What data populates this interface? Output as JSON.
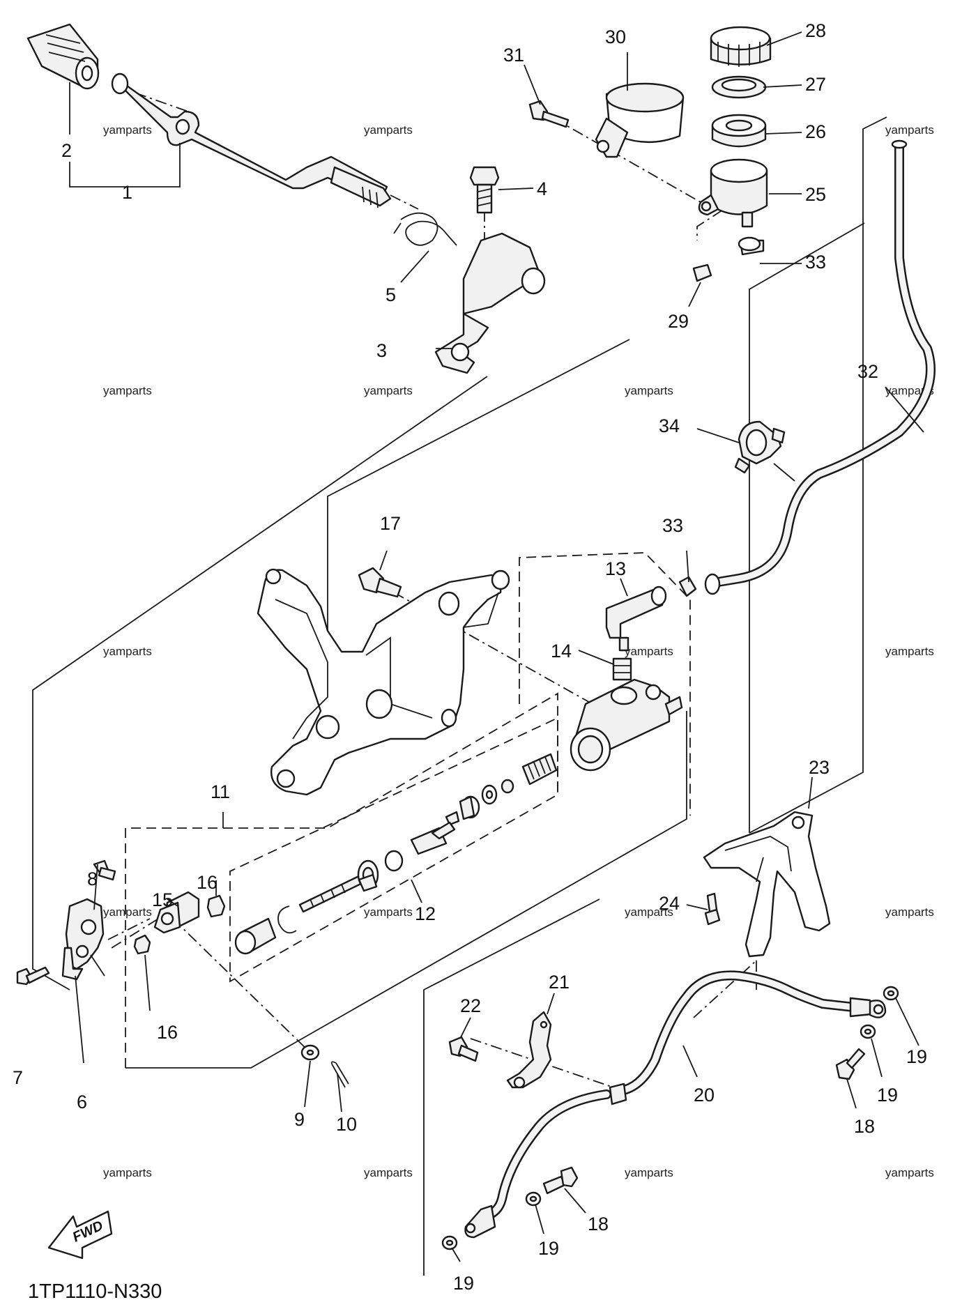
{
  "diagram_code": "1TP1110-N330",
  "fwd_label": "FWD",
  "watermark": "yamparts",
  "callouts": [
    {
      "n": "1"
    },
    {
      "n": "2"
    },
    {
      "n": "3"
    },
    {
      "n": "4"
    },
    {
      "n": "5"
    },
    {
      "n": "6"
    },
    {
      "n": "7"
    },
    {
      "n": "8"
    },
    {
      "n": "9"
    },
    {
      "n": "10"
    },
    {
      "n": "11"
    },
    {
      "n": "12"
    },
    {
      "n": "13"
    },
    {
      "n": "14"
    },
    {
      "n": "15"
    },
    {
      "n": "16"
    },
    {
      "n": "16"
    },
    {
      "n": "17"
    },
    {
      "n": "18"
    },
    {
      "n": "18"
    },
    {
      "n": "19"
    },
    {
      "n": "19"
    },
    {
      "n": "19"
    },
    {
      "n": "19"
    },
    {
      "n": "20"
    },
    {
      "n": "21"
    },
    {
      "n": "22"
    },
    {
      "n": "23"
    },
    {
      "n": "24"
    },
    {
      "n": "25"
    },
    {
      "n": "26"
    },
    {
      "n": "27"
    },
    {
      "n": "28"
    },
    {
      "n": "29"
    },
    {
      "n": "30"
    },
    {
      "n": "31"
    },
    {
      "n": "32"
    },
    {
      "n": "33"
    },
    {
      "n": "33"
    },
    {
      "n": "34"
    }
  ]
}
